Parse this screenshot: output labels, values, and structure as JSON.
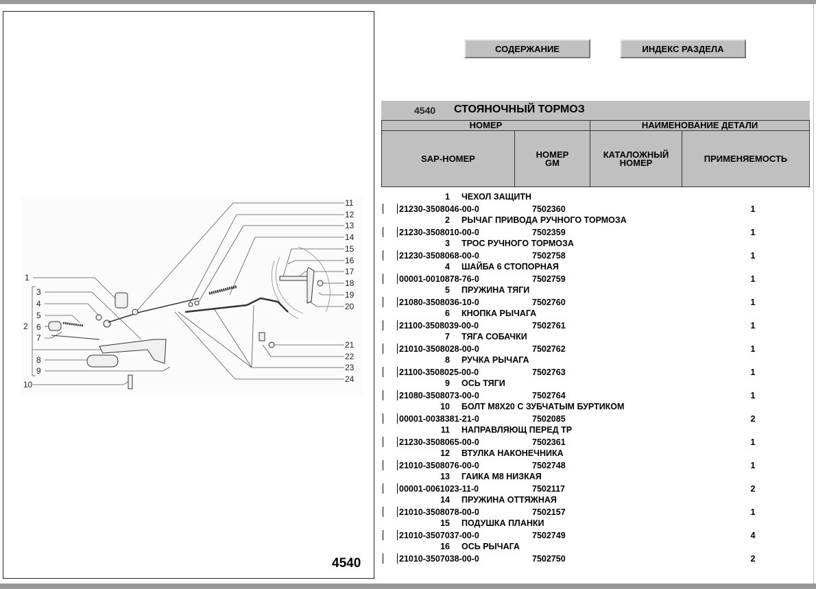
{
  "nav": {
    "contents_label": "СОДЕРЖАНИЕ",
    "section_index_label": "ИНДЕКС РАЗДЕЛА"
  },
  "section": {
    "number": "4540",
    "title": "СТОЯНОЧНЫЙ ТОРМОЗ"
  },
  "header": {
    "group_number": "НОМЕР",
    "group_name": "НАИМЕНОВАНИЕ ДЕТАЛИ",
    "sap": "SAP-НОМЕР",
    "gm_1": "НОМЕР",
    "gm_2": "GM",
    "catalog_1": "КАТАЛОЖНЫЙ",
    "catalog_2": "НОМЕР",
    "applicability": "ПРИМЕНЯЕМОСТЬ"
  },
  "page_number": "4540",
  "callouts": [
    "1",
    "2",
    "3",
    "4",
    "5",
    "6",
    "7",
    "8",
    "9",
    "10",
    "11",
    "12",
    "13",
    "14",
    "15",
    "16",
    "17",
    "18",
    "19",
    "20",
    "21",
    "22",
    "23",
    "24"
  ],
  "parts": [
    {
      "n": "1",
      "name": "ЧЕХОЛ ЗАЩИТН",
      "sap": "21230-3508046-00-0",
      "gm": "7502360",
      "qty": "1"
    },
    {
      "n": "2",
      "name": "РЫЧАГ ПРИВОДА РУЧНОГО ТОРМОЗА",
      "sap": "21230-3508010-00-0",
      "gm": "7502359",
      "qty": "1"
    },
    {
      "n": "3",
      "name": "ТРОС РУЧНОГО ТОРМОЗА",
      "sap": "21230-3508068-00-0",
      "gm": "7502758",
      "qty": "1"
    },
    {
      "n": "4",
      "name": "ШАЙБА 6 СТОПОРНАЯ",
      "sap": "00001-0010878-76-0",
      "gm": "7502759",
      "qty": "1"
    },
    {
      "n": "5",
      "name": "ПРУЖИНА ТЯГИ",
      "sap": "21080-3508036-10-0",
      "gm": "7502760",
      "qty": "1"
    },
    {
      "n": "6",
      "name": "КНОПКА РЫЧАГА",
      "sap": "21100-3508039-00-0",
      "gm": "7502761",
      "qty": "1"
    },
    {
      "n": "7",
      "name": "ТЯГА СОБАЧКИ",
      "sap": "21010-3508028-00-0",
      "gm": "7502762",
      "qty": "1"
    },
    {
      "n": "8",
      "name": "РУЧКА РЫЧАГА",
      "sap": "21100-3508025-00-0",
      "gm": "7502763",
      "qty": "1"
    },
    {
      "n": "9",
      "name": "ОСЬ ТЯГИ",
      "sap": "21080-3508073-00-0",
      "gm": "7502764",
      "qty": "1"
    },
    {
      "n": "10",
      "name": "БОЛТ М8Х20 С ЗУБЧАТЫМ БУРТИКОМ",
      "sap": "00001-0038381-21-0",
      "gm": "7502085",
      "qty": "2"
    },
    {
      "n": "11",
      "name": "НАПРАВЛЯЮЩ ПЕРЕД ТР",
      "sap": "21230-3508065-00-0",
      "gm": "7502361",
      "qty": "1"
    },
    {
      "n": "12",
      "name": "ВТУЛКА НАКОНЕЧНИКА",
      "sap": "21010-3508076-00-0",
      "gm": "7502748",
      "qty": "1"
    },
    {
      "n": "13",
      "name": "ГАИКА М8 НИЗКАЯ",
      "sap": "00001-0061023-11-0",
      "gm": "7502117",
      "qty": "2"
    },
    {
      "n": "14",
      "name": "ПРУЖИНА ОТТЯЖНАЯ",
      "sap": "21010-3508078-00-0",
      "gm": "7502157",
      "qty": "1"
    },
    {
      "n": "15",
      "name": "ПОДУШКА ПЛАНКИ",
      "sap": "21010-3507037-00-0",
      "gm": "7502749",
      "qty": "4"
    },
    {
      "n": "16",
      "name": "ОСЬ РЫЧАГА",
      "sap": "21010-3507038-00-0",
      "gm": "7502750",
      "qty": "2"
    }
  ]
}
